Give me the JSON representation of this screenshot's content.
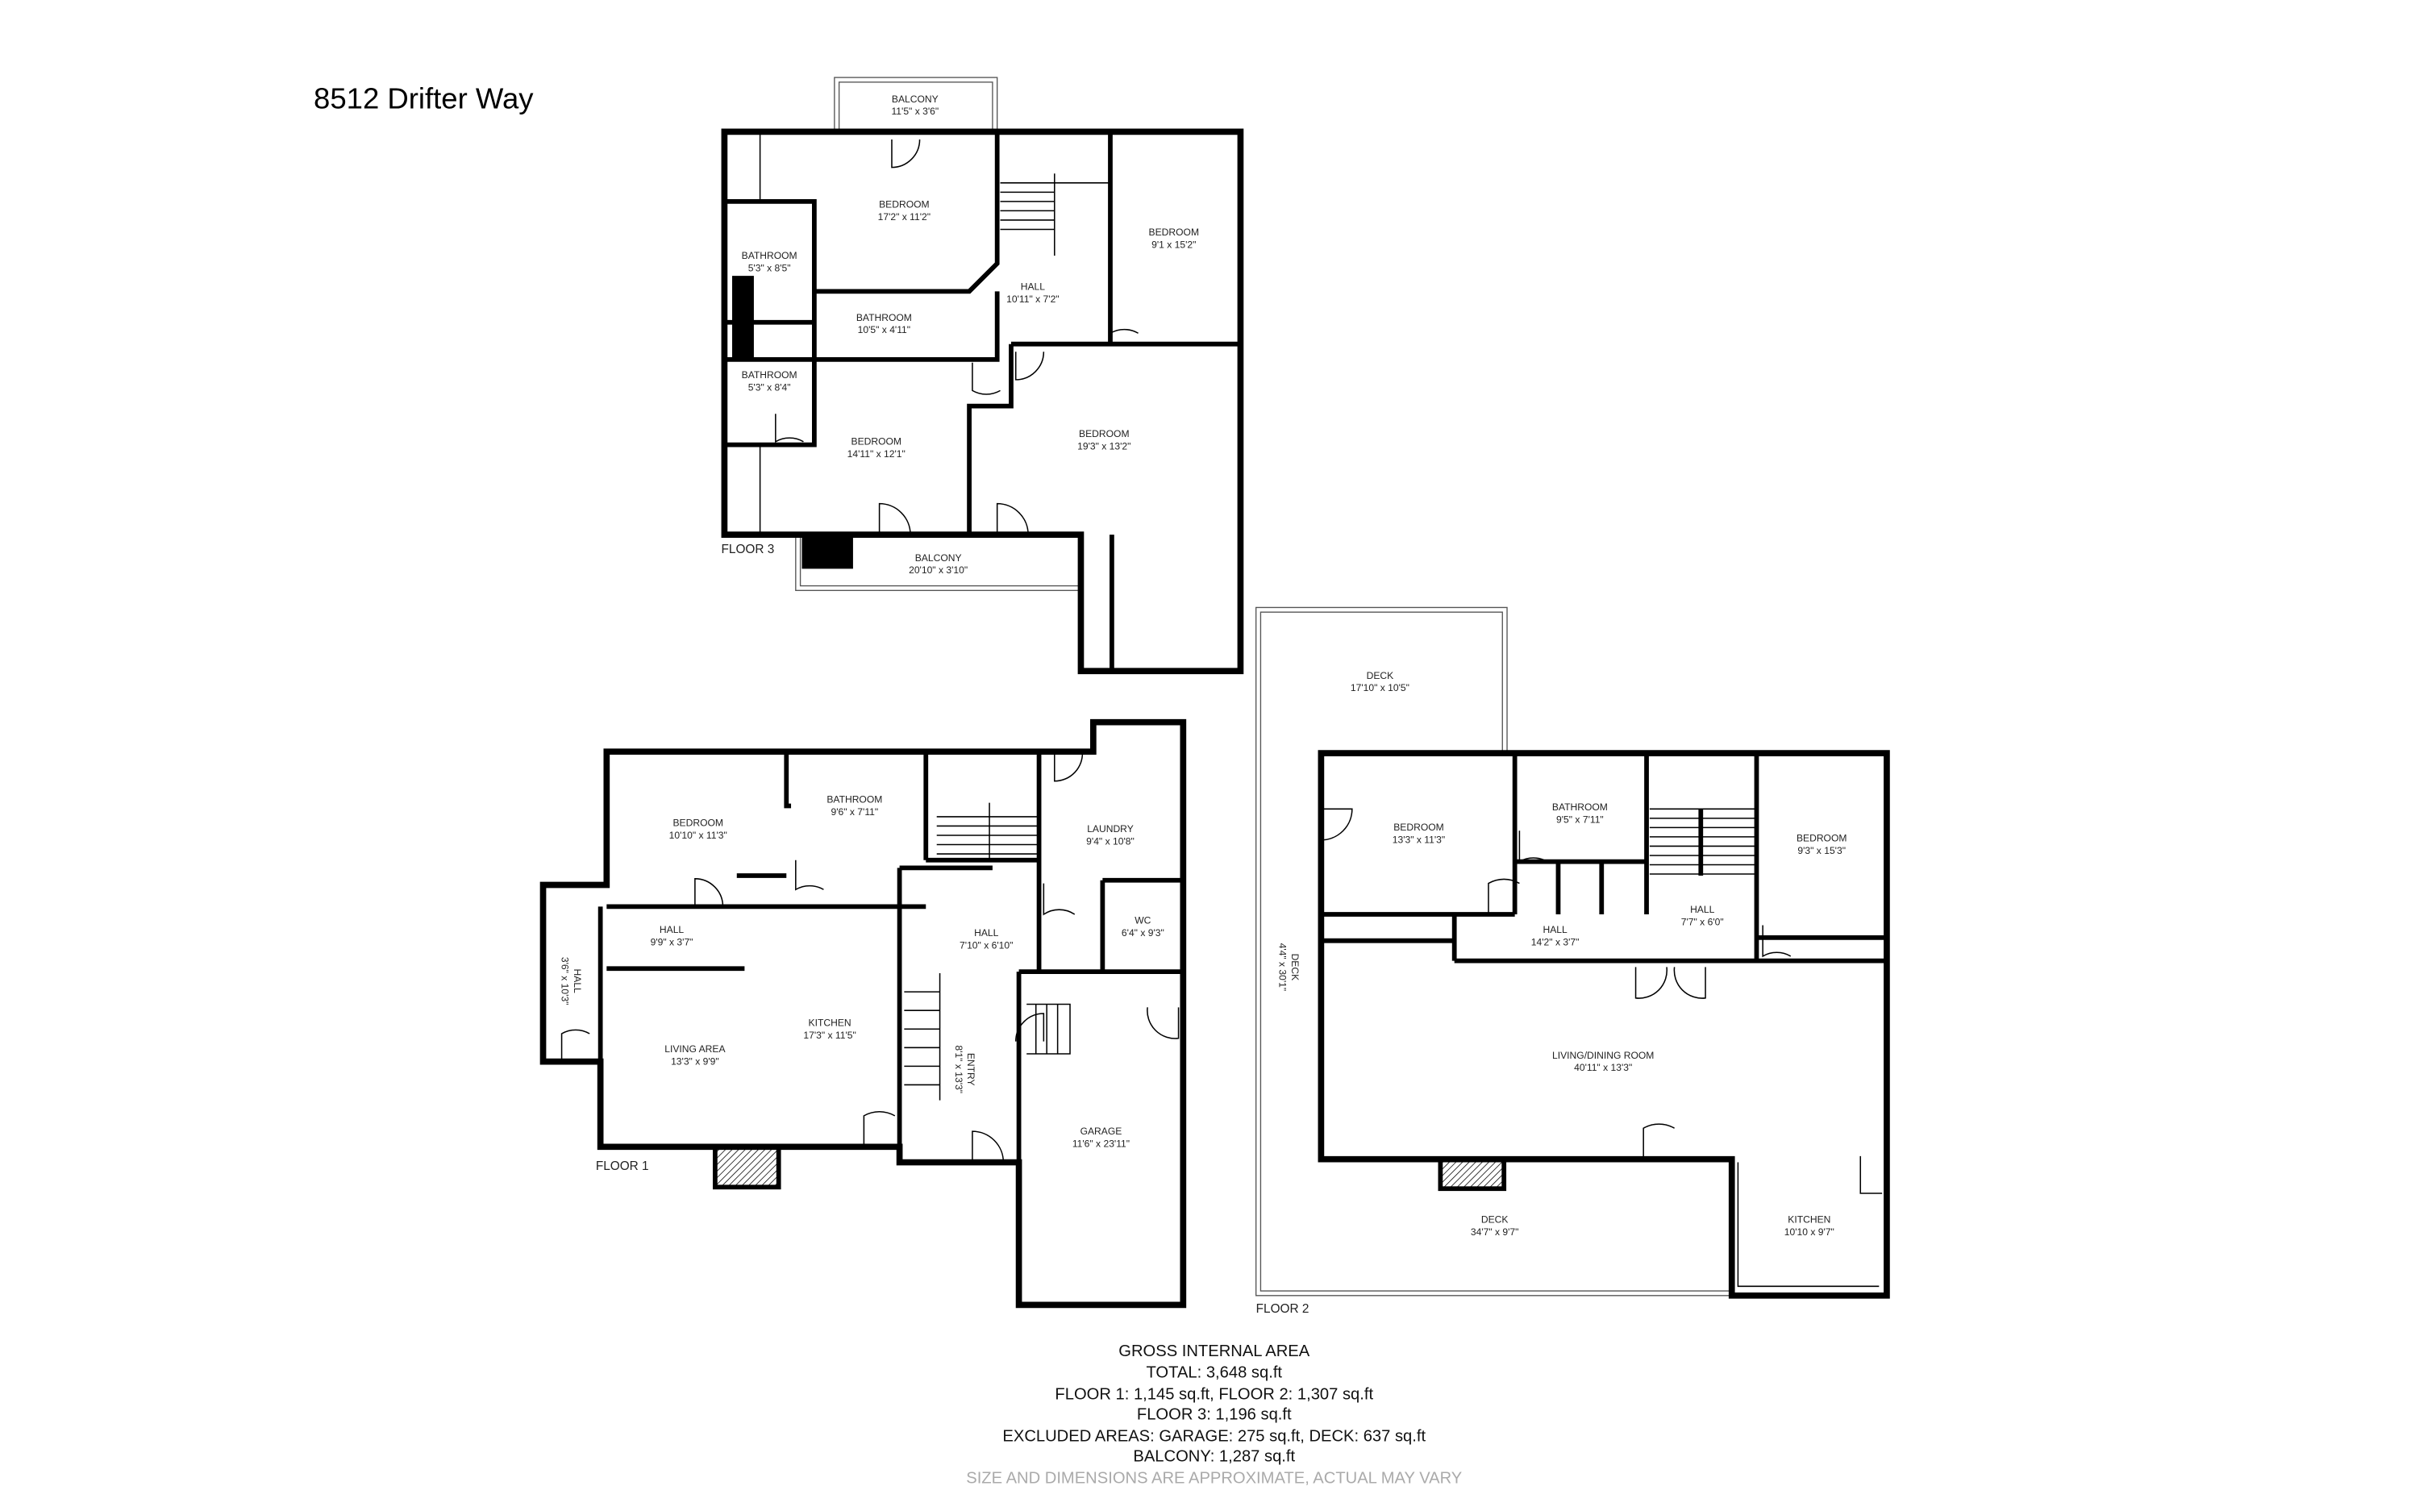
{
  "title": "8512 Drifter Way",
  "floor3": {
    "label": "FLOOR 3",
    "rooms": [
      {
        "name": "BALCONY",
        "dims": "11'5\" x 3'6\""
      },
      {
        "name": "BEDROOM",
        "dims": "17'2\" x 11'2\""
      },
      {
        "name": "BATHROOM",
        "dims": "5'3\" x 8'5\""
      },
      {
        "name": "HALL",
        "dims": "10'11\" x 7'2\""
      },
      {
        "name": "BEDROOM",
        "dims": "9'1 x 15'2\""
      },
      {
        "name": "BATHROOM",
        "dims": "10'5\" x 4'11\""
      },
      {
        "name": "BATHROOM",
        "dims": "5'3\" x 8'4\""
      },
      {
        "name": "BEDROOM",
        "dims": "14'11\" x 12'1\""
      },
      {
        "name": "BEDROOM",
        "dims": "19'3\" x 13'2\""
      },
      {
        "name": "BALCONY",
        "dims": "20'10\" x 3'10\""
      }
    ]
  },
  "floor1": {
    "label": "FLOOR 1",
    "rooms": [
      {
        "name": "BEDROOM",
        "dims": "10'10\" x 11'3\""
      },
      {
        "name": "BATHROOM",
        "dims": "9'6\" x 7'11\""
      },
      {
        "name": "LAUNDRY",
        "dims": "9'4\" x 10'8\""
      },
      {
        "name": "HALL",
        "dims": "9'9\" x 3'7\""
      },
      {
        "name": "HALL",
        "dims": "3'6\" x 10'3\""
      },
      {
        "name": "HALL",
        "dims": "7'10\" x 6'10\""
      },
      {
        "name": "WC",
        "dims": "6'4\" x 9'3\""
      },
      {
        "name": "KITCHEN",
        "dims": "17'3\" x 11'5\""
      },
      {
        "name": "LIVING AREA",
        "dims": "13'3\" x 9'9\""
      },
      {
        "name": "ENTRY",
        "dims": "8'1\" x 13'3\""
      },
      {
        "name": "GARAGE",
        "dims": "11'6\" x 23'11\""
      }
    ]
  },
  "floor2": {
    "label": "FLOOR 2",
    "rooms": [
      {
        "name": "DECK",
        "dims": "17'10\" x 10'5\""
      },
      {
        "name": "BEDROOM",
        "dims": "13'3\" x 11'3\""
      },
      {
        "name": "BATHROOM",
        "dims": "9'5\" x 7'11\""
      },
      {
        "name": "BEDROOM",
        "dims": "9'3\" x 15'3\""
      },
      {
        "name": "HALL",
        "dims": "7'7\" x 6'0\""
      },
      {
        "name": "HALL",
        "dims": "14'2\" x 3'7\""
      },
      {
        "name": "DECK",
        "dims": "4'4\" x 30'1\""
      },
      {
        "name": "LIVING/DINING ROOM",
        "dims": "40'11\" x 13'3\""
      },
      {
        "name": "DECK",
        "dims": "34'7\" x 9'7\""
      },
      {
        "name": "KITCHEN",
        "dims": "10'10 x 9'7\""
      }
    ]
  },
  "summary": {
    "heading": "GROSS INTERNAL AREA",
    "total": "TOTAL: 3,648 sq.ft",
    "floors12": "FLOOR 1: 1,145 sq.ft, FLOOR 2: 1,307 sq.ft",
    "floor3": "FLOOR 3: 1,196 sq.ft",
    "excluded": "EXCLUDED AREAS: GARAGE: 275 sq.ft, DECK: 637 sq.ft",
    "balcony": "BALCONY: 1,287 sq.ft",
    "disclaimer": "SIZE AND DIMENSIONS ARE APPROXIMATE, ACTUAL MAY VARY"
  }
}
